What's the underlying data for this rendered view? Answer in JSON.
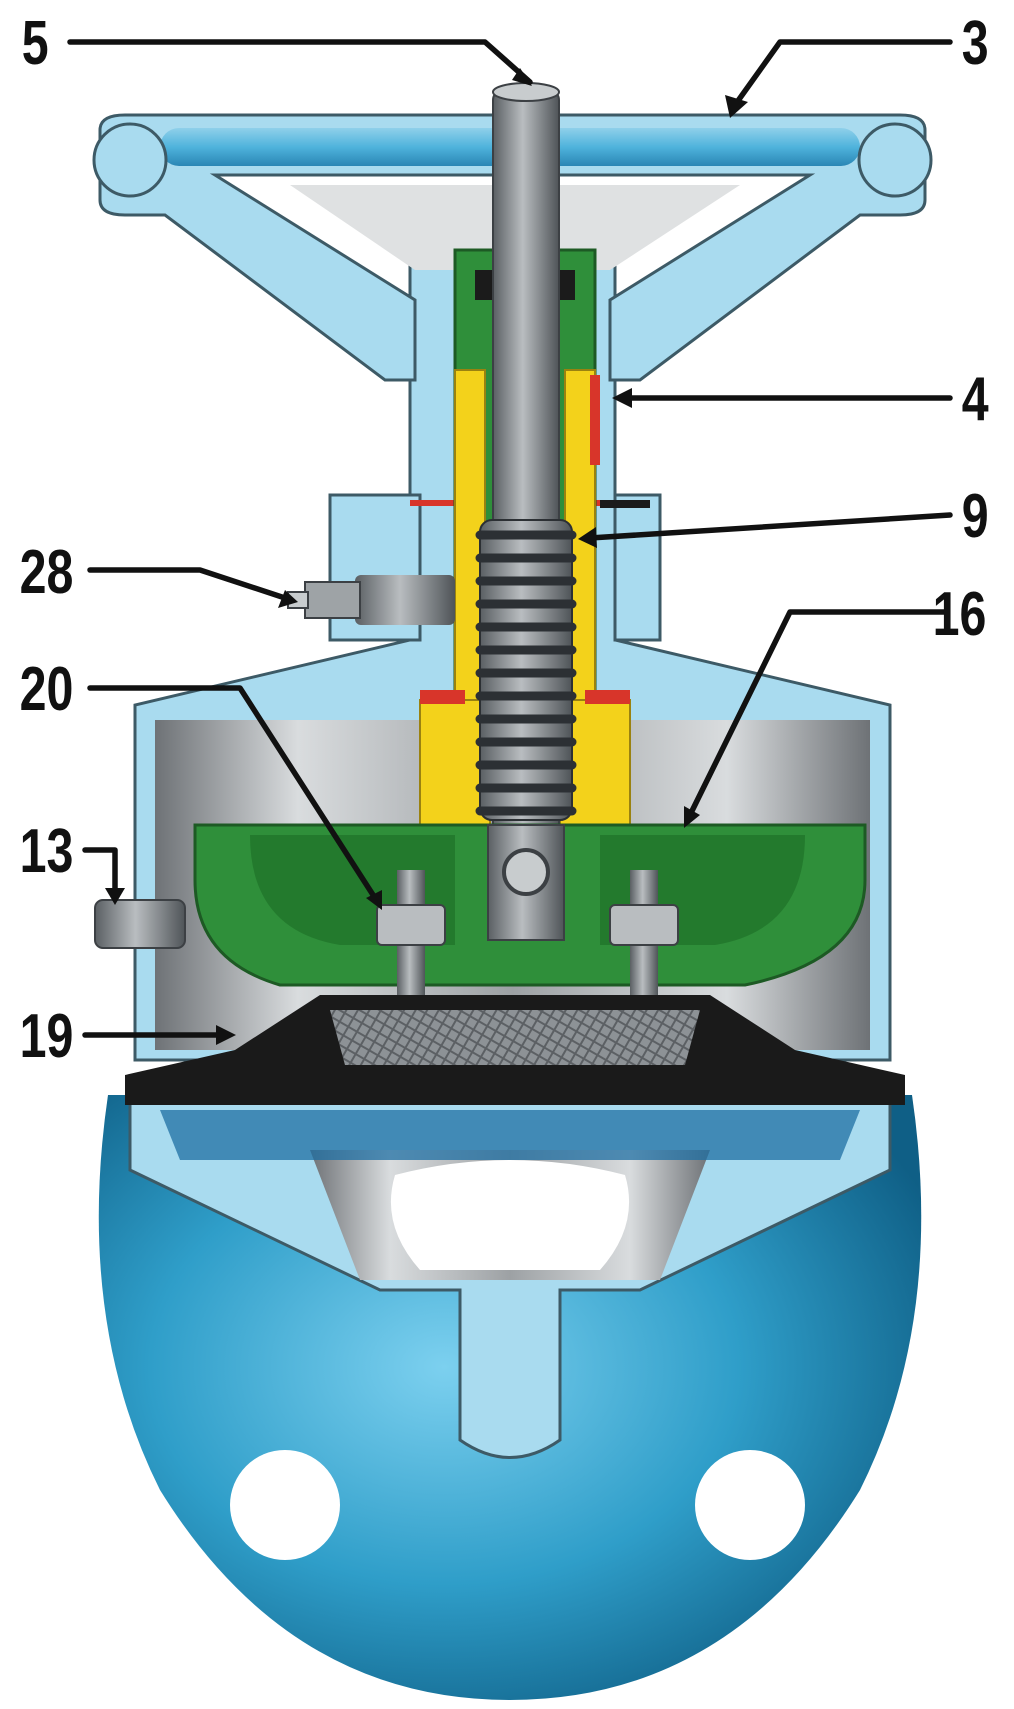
{
  "callouts": {
    "c5": "5",
    "c3": "3",
    "c4": "4",
    "c9": "9",
    "c28": "28",
    "c16": "16",
    "c20": "20",
    "c13": "13",
    "c19": "19"
  },
  "colors": {
    "body_light_blue": "#a9dbef",
    "body_sphere_blue": "#2f9ec9",
    "bonnet_green": "#2f8f3a",
    "bushing_yellow": "#f3d21b",
    "stem_gray": "#8a8f93",
    "diaphragm_black": "#1a1a1a",
    "seal_red": "#d8352a",
    "leader_black": "#111111"
  }
}
